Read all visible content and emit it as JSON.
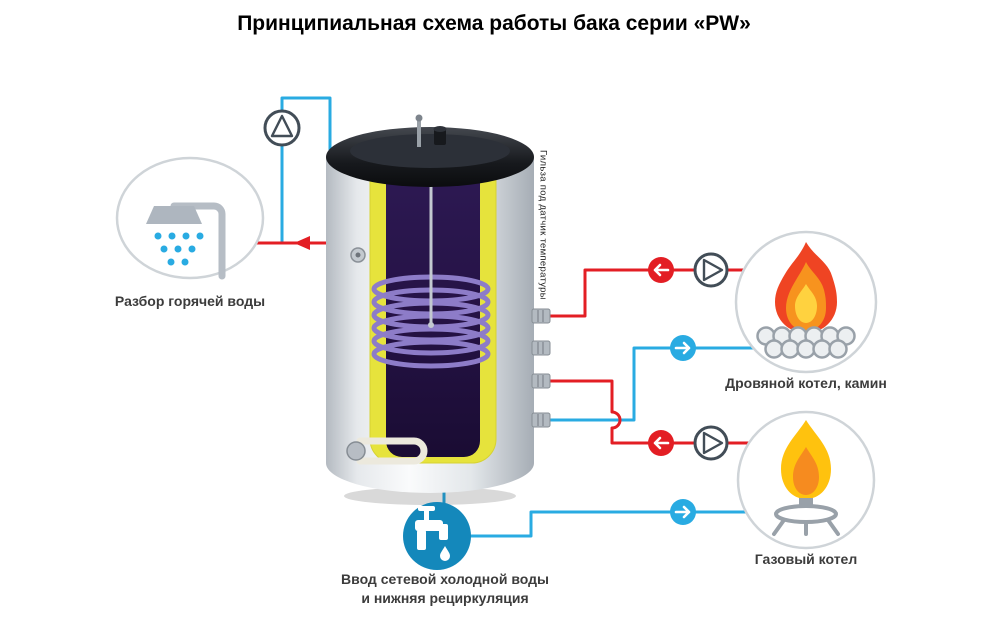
{
  "title": "Принципиальная схема работы бака серии «PW»",
  "labels": {
    "shower": "Разбор горячей воды",
    "wood_boiler": "Дровяной котел, камин",
    "gas_boiler": "Газовый котел",
    "cold_inlet_line1": "Ввод  сетевой холодной воды",
    "cold_inlet_line2": "и нижняя рециркуляция",
    "sensor_sleeve": "Гильза под датчик температуры"
  },
  "colors": {
    "red": "#e31e24",
    "blue": "#29abe2",
    "tap_blue": "#1488bb",
    "label": "#3c3c3c",
    "tank_yellow": "#e6e33c",
    "tank_purple": "#2a1850",
    "flame_red": "#ef4423",
    "flame_orange": "#f7931e",
    "flame_yellow": "#ffd23f",
    "gas_yellow": "#ffc20e",
    "gas_orange": "#f68b1f",
    "pump_outline": "#424d57"
  }
}
